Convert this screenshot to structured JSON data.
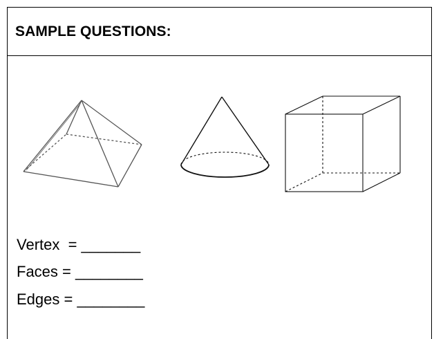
{
  "worksheet": {
    "title": "SAMPLE QUESTIONS:",
    "questions": [
      {
        "label": "Vertex  = _______"
      },
      {
        "label": "Faces = ________"
      },
      {
        "label": "Edges = ________"
      }
    ]
  },
  "figures": [
    {
      "icon": "square-pyramid-icon"
    },
    {
      "icon": "cone-icon"
    },
    {
      "icon": "cube-icon"
    }
  ]
}
